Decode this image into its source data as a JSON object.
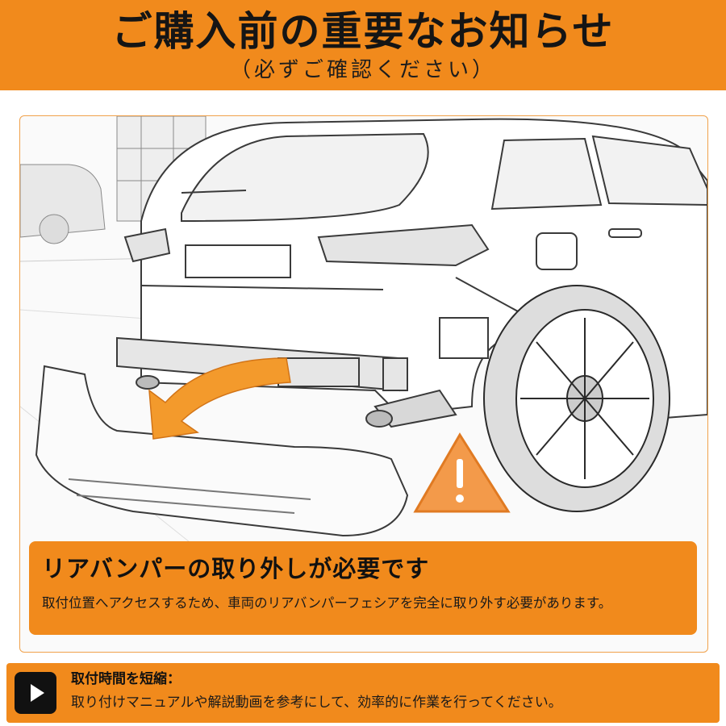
{
  "header": {
    "title": "ご購入前の重要なお知らせ",
    "subtitle": "（必ずご確認ください）"
  },
  "illustration": {
    "subject": "car-rear-bumper-removal",
    "arrow_icon": "curved-arrow-icon",
    "warning_icon": "warning-triangle-icon"
  },
  "notice": {
    "title": "リアバンパーの取り外しが必要です",
    "body": "取付位置へアクセスするため、車両のリアバンパーフェシアを完全に取り外す必要があります。"
  },
  "footer": {
    "icon": "play-icon",
    "title": "取付時間を短縮：",
    "body": "取り付けマニュアルや解説動画を参考にして、効率的に作業を行ってください。"
  },
  "colors": {
    "accent": "#f18a1c",
    "text": "#151515",
    "line_art": "#3a3a3a"
  }
}
